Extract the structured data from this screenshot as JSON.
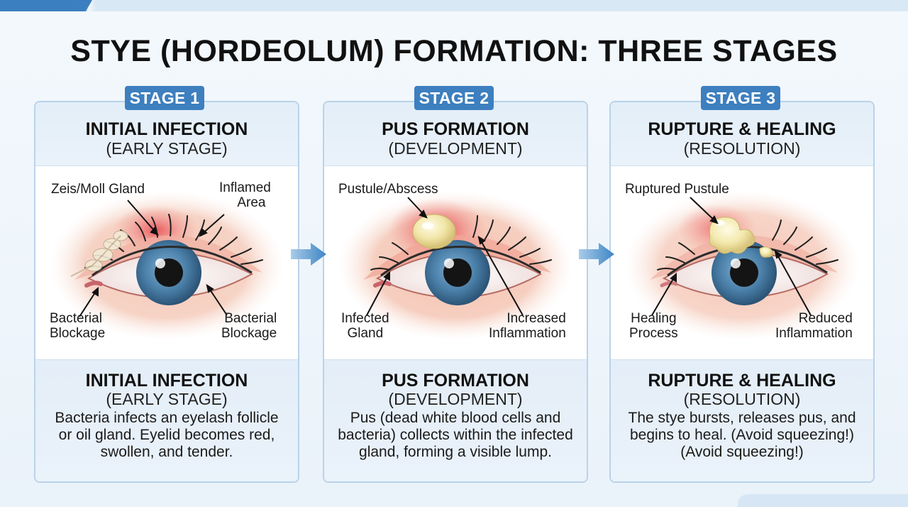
{
  "title": "STYE (HORDEOLUM) FORMATION: THREE STAGES",
  "colors": {
    "accent": "#3d7fbf",
    "panel_border": "#b9d3ea",
    "iris": "#4a7fa8",
    "inflammation": "#e85a5a",
    "pus": "#f1e6a8"
  },
  "stages": [
    {
      "badge": "STAGE 1",
      "header_title": "INITIAL INFECTION",
      "header_sub": "(EARLY STAGE)",
      "labels": {
        "top_left": "Zeis/Moll Gland",
        "top_right_1": "Inflamed",
        "top_right_2": "Area",
        "bottom_left_1": "Bacterial",
        "bottom_left_2": "Blockage",
        "bottom_right_1": "Bacterial",
        "bottom_right_2": "Blockage"
      },
      "footer_title": "INITIAL INFECTION",
      "footer_sub": "(EARLY STAGE)",
      "description": "Bacteria infects an eyelash follicle or oil gland. Eyelid becomes red, swollen, and tender."
    },
    {
      "badge": "STAGE 2",
      "header_title": "PUS FORMATION",
      "header_sub": "(DEVELOPMENT)",
      "labels": {
        "top_left": "Pustule/Abscess",
        "bottom_left_1": "Infected",
        "bottom_left_2": "Gland",
        "bottom_right_1": "Increased",
        "bottom_right_2": "Inflammation"
      },
      "footer_title": "PUS FORMATION",
      "footer_sub": "(DEVELOPMENT)",
      "description": "Pus (dead white blood cells and bacteria) collects within the infected gland, forming a visible lump."
    },
    {
      "badge": "STAGE 3",
      "header_title": "RUPTURE & HEALING",
      "header_sub": "(RESOLUTION)",
      "labels": {
        "top_left": "Ruptured Pustule",
        "bottom_left_1": "Healing",
        "bottom_left_2": "Process",
        "bottom_right_1": "Reduced",
        "bottom_right_2": "Inflammation"
      },
      "footer_title": "RUPTURE & HEALING",
      "footer_sub": "(RESOLUTION)",
      "description": "The stye bursts, releases pus, and begins to heal. (Avoid squeezing!) (Avoid squeezing!)"
    }
  ]
}
